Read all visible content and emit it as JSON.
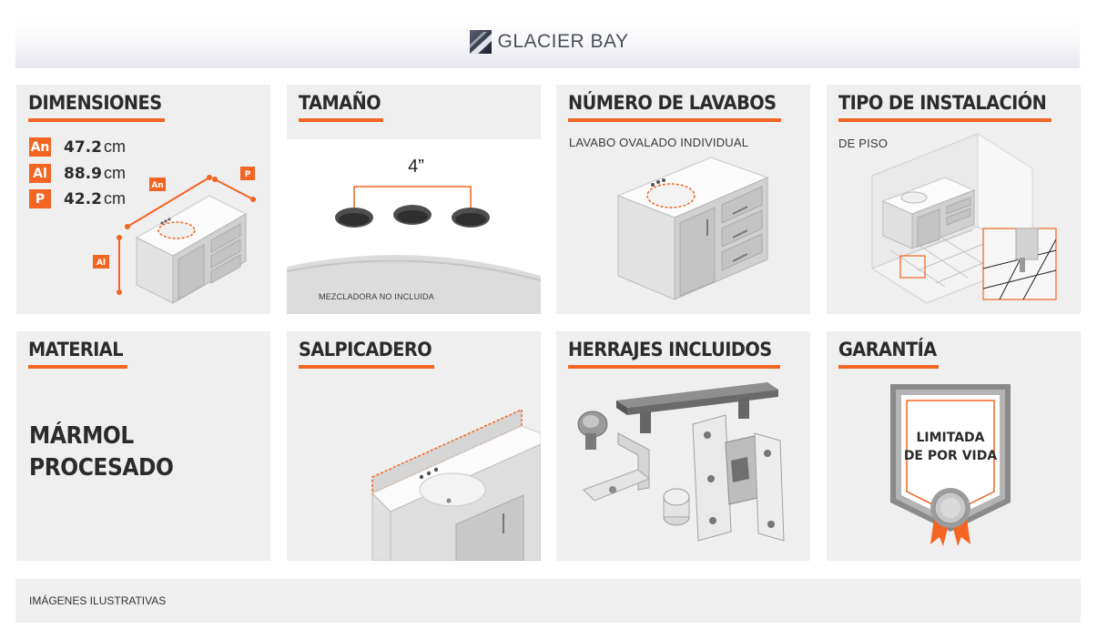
{
  "header": {
    "brand": "GLACIER BAY"
  },
  "colors": {
    "accent": "#f26522",
    "tile_bg": "#efefef",
    "text": "#2b2b2b"
  },
  "tiles": {
    "dimensiones": {
      "title": "DIMENSIONES",
      "rows": [
        {
          "badge": "An",
          "value": "47.2",
          "unit": "cm"
        },
        {
          "badge": "Al",
          "value": "88.9",
          "unit": "cm"
        },
        {
          "badge": "P",
          "value": "42.2",
          "unit": "cm"
        }
      ],
      "tags": {
        "an": "An",
        "p": "P",
        "al": "Al"
      }
    },
    "tamano": {
      "title": "TAMAÑO",
      "measure": "4”",
      "caption": "MEZCLADORA NO INCLUIDA"
    },
    "lavabos": {
      "title": "NÚMERO DE LAVABOS",
      "caption": "LAVABO OVALADO INDIVIDUAL"
    },
    "instalacion": {
      "title": "TIPO DE INSTALACIÓN",
      "caption": "DE PISO"
    },
    "material": {
      "title": "MATERIAL",
      "line1": "MÁRMOL",
      "line2": "PROCESADO"
    },
    "salpicadero": {
      "title": "SALPICADERO"
    },
    "herrajes": {
      "title": "HERRAJES INCLUIDOS"
    },
    "garantia": {
      "title": "GARANTÍA",
      "line1": "LIMITADA",
      "line2": "DE POR VIDA"
    }
  },
  "footer": {
    "note": "IMÁGENES ILUSTRATIVAS"
  }
}
